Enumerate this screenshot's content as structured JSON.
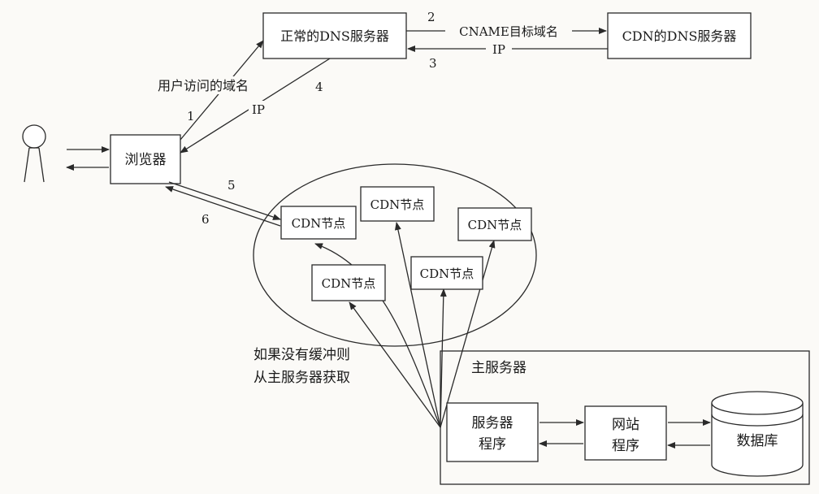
{
  "nodes": {
    "normal_dns": "正常的DNS服务器",
    "cdn_dns": "CDN的DNS服务器",
    "browser": "浏览器",
    "cdn_node": "CDN节点",
    "main_server_title": "主服务器",
    "server_program_line1": "服务器",
    "server_program_line2": "程序",
    "website_line1": "网站",
    "website_line2": "程序",
    "database": "数据库"
  },
  "edges": {
    "user_domain": "用户访问的域名",
    "cname": "CNAME目标域名",
    "ip_cdn_dns": "IP",
    "ip_browser": "IP",
    "fallback_line1": "如果没有缓冲则",
    "fallback_line2": "从主服务器获取"
  },
  "step_numbers": [
    "1",
    "2",
    "3",
    "4",
    "5",
    "6"
  ],
  "colors": {
    "line": "#2a2a2a",
    "background": "#fbfaf7"
  }
}
